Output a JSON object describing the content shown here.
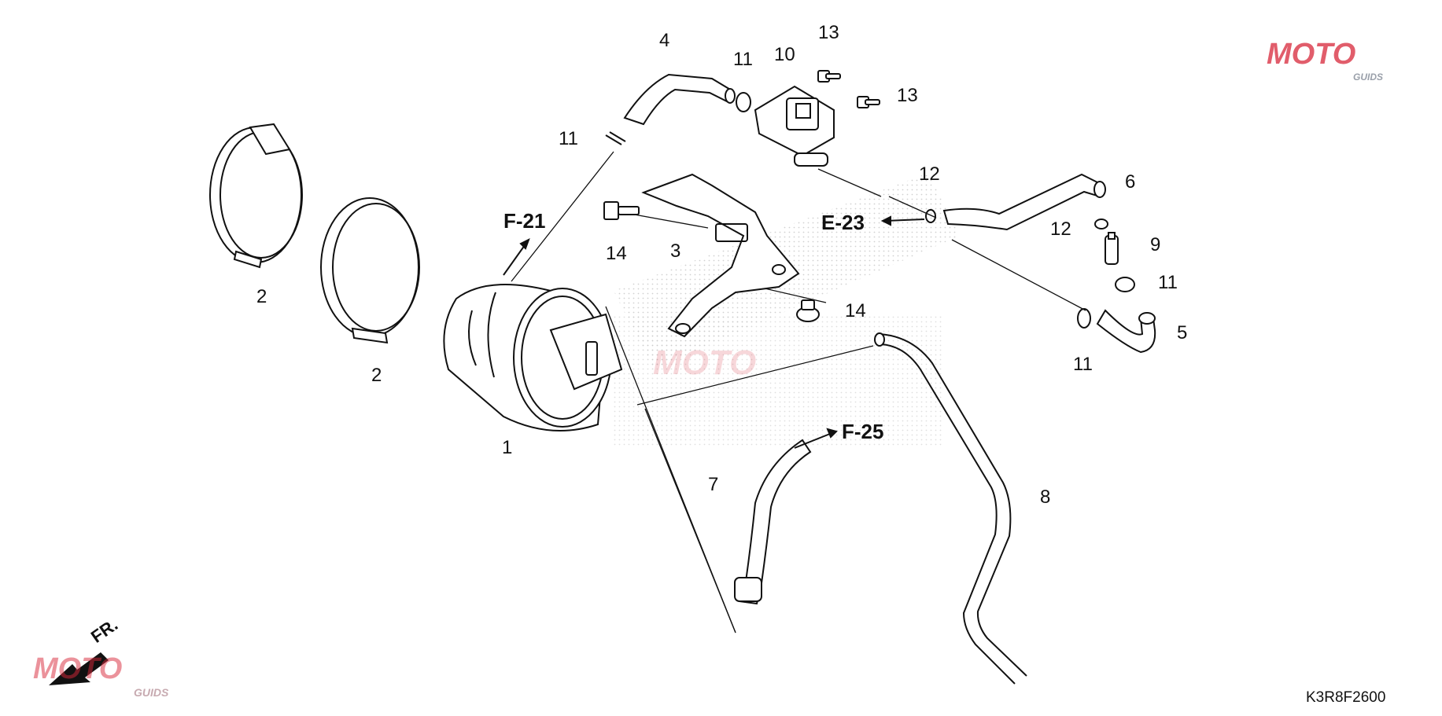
{
  "diagram": {
    "code": "K3R8F2600",
    "part_numbers": [
      "1",
      "2",
      "2",
      "3",
      "4",
      "5",
      "6",
      "7",
      "8",
      "9",
      "10",
      "11",
      "11",
      "11",
      "11",
      "12",
      "12",
      "13",
      "13",
      "14",
      "14"
    ],
    "references": [
      "F-21",
      "E-23",
      "F-25"
    ],
    "front_indicator": "FR."
  },
  "watermark": {
    "brand": "MOTO",
    "sub": "GUIDS"
  },
  "colors": {
    "line": "#111111",
    "fill": "#ffffff",
    "watermark_red": "#d8283a",
    "watermark_gray": "#9aa0aa"
  }
}
